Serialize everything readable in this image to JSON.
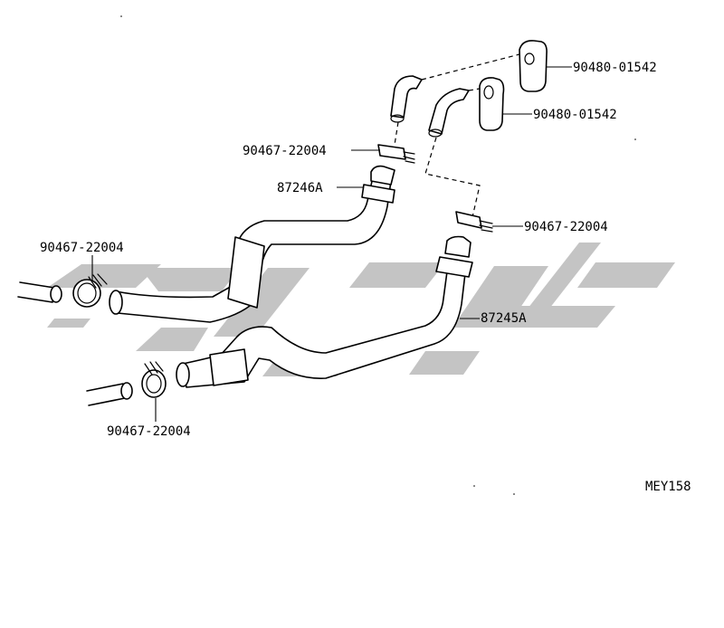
{
  "diagram": {
    "code": "MEY158",
    "colors": {
      "line": "#000000",
      "watermark": "#c4c4c4",
      "background": "#ffffff"
    },
    "labels": {
      "grommet_upper": "90480-01542",
      "grommet_lower": "90480-01542",
      "clamp_upper_mid": "90467-22004",
      "clamp_right": "90467-22004",
      "clamp_left_top": "90467-22004",
      "clamp_left_bottom": "90467-22004",
      "hose_a": "87246A",
      "hose_b": "87245A"
    }
  }
}
